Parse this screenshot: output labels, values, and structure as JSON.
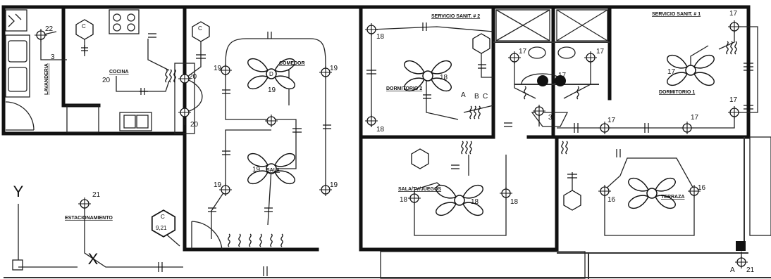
{
  "plan": {
    "rooms": [
      {
        "key": "cocina",
        "name": "COCINA"
      },
      {
        "key": "comedor",
        "name": "COMEDOR"
      },
      {
        "key": "sala",
        "name": "SALA"
      },
      {
        "key": "dormitorio2",
        "name": "DORMITORIO 2"
      },
      {
        "key": "dormitorio1",
        "name": "DORMITORIO 1"
      },
      {
        "key": "bano2",
        "name": "SERVICIO SANIT. # 2"
      },
      {
        "key": "bano1",
        "name": "SERVICIO SANIT. # 1"
      },
      {
        "key": "sala_tv",
        "name": "SALA/TV/JUEGOS"
      },
      {
        "key": "terraza",
        "name": "TERRAZA"
      },
      {
        "key": "estacionamiento",
        "name": "ESTACIONAMIENTO"
      },
      {
        "key": "lavanderia",
        "name": "LAVANDERIA"
      }
    ],
    "circuit_labels": [
      "22",
      "20",
      "20",
      "20",
      "19",
      "19",
      "19",
      "19",
      "19",
      "19",
      "18",
      "18",
      "18",
      "18",
      "18",
      "18",
      "17",
      "17",
      "17",
      "17",
      "17",
      "17",
      "17",
      "17",
      "16",
      "16",
      "21",
      "21",
      "3",
      "3",
      "C",
      "C",
      "C",
      "9,21",
      "A",
      "B",
      "C",
      "A",
      "D"
    ],
    "axis": {
      "y_label": "Y",
      "x_label": "X"
    }
  }
}
